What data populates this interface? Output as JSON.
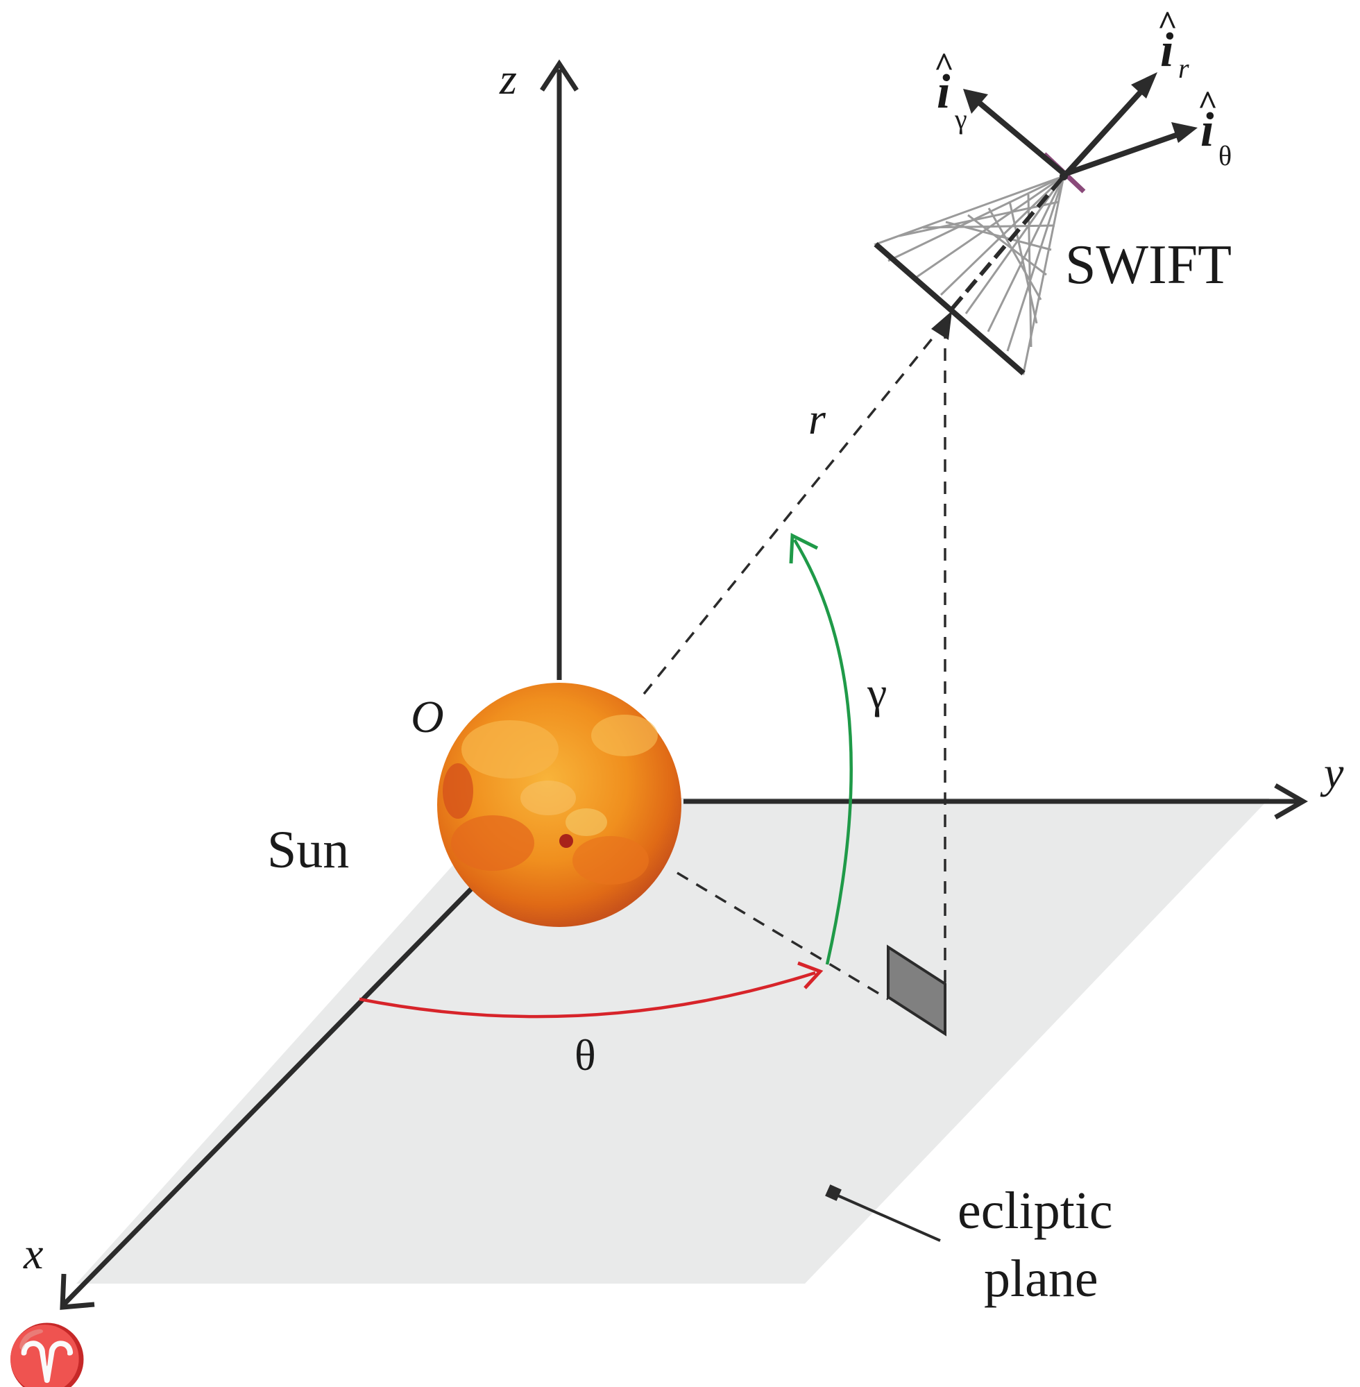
{
  "labels": {
    "z_axis": "z",
    "y_axis": "y",
    "x_axis": "x",
    "origin": "O",
    "sun": "Sun",
    "r": "r",
    "gamma": "γ",
    "theta": "θ",
    "spacecraft": "SWIFT",
    "aries": "♈",
    "ecliptic_line1": "ecliptic",
    "ecliptic_line2": "plane",
    "unit_i": "i",
    "unit_hat": "^",
    "sub_r": "r",
    "sub_theta": "θ",
    "sub_gamma": "γ"
  },
  "colors": {
    "plane": "#e9eaea",
    "axis": "#2b2b2b",
    "theta_arc": "#d7242a",
    "gamma_arc": "#1f9a48",
    "sun_core": "#f4a023",
    "sun_edge": "#d9480f",
    "sail_mesh": "#9a9a9a",
    "marker": "#808080"
  }
}
